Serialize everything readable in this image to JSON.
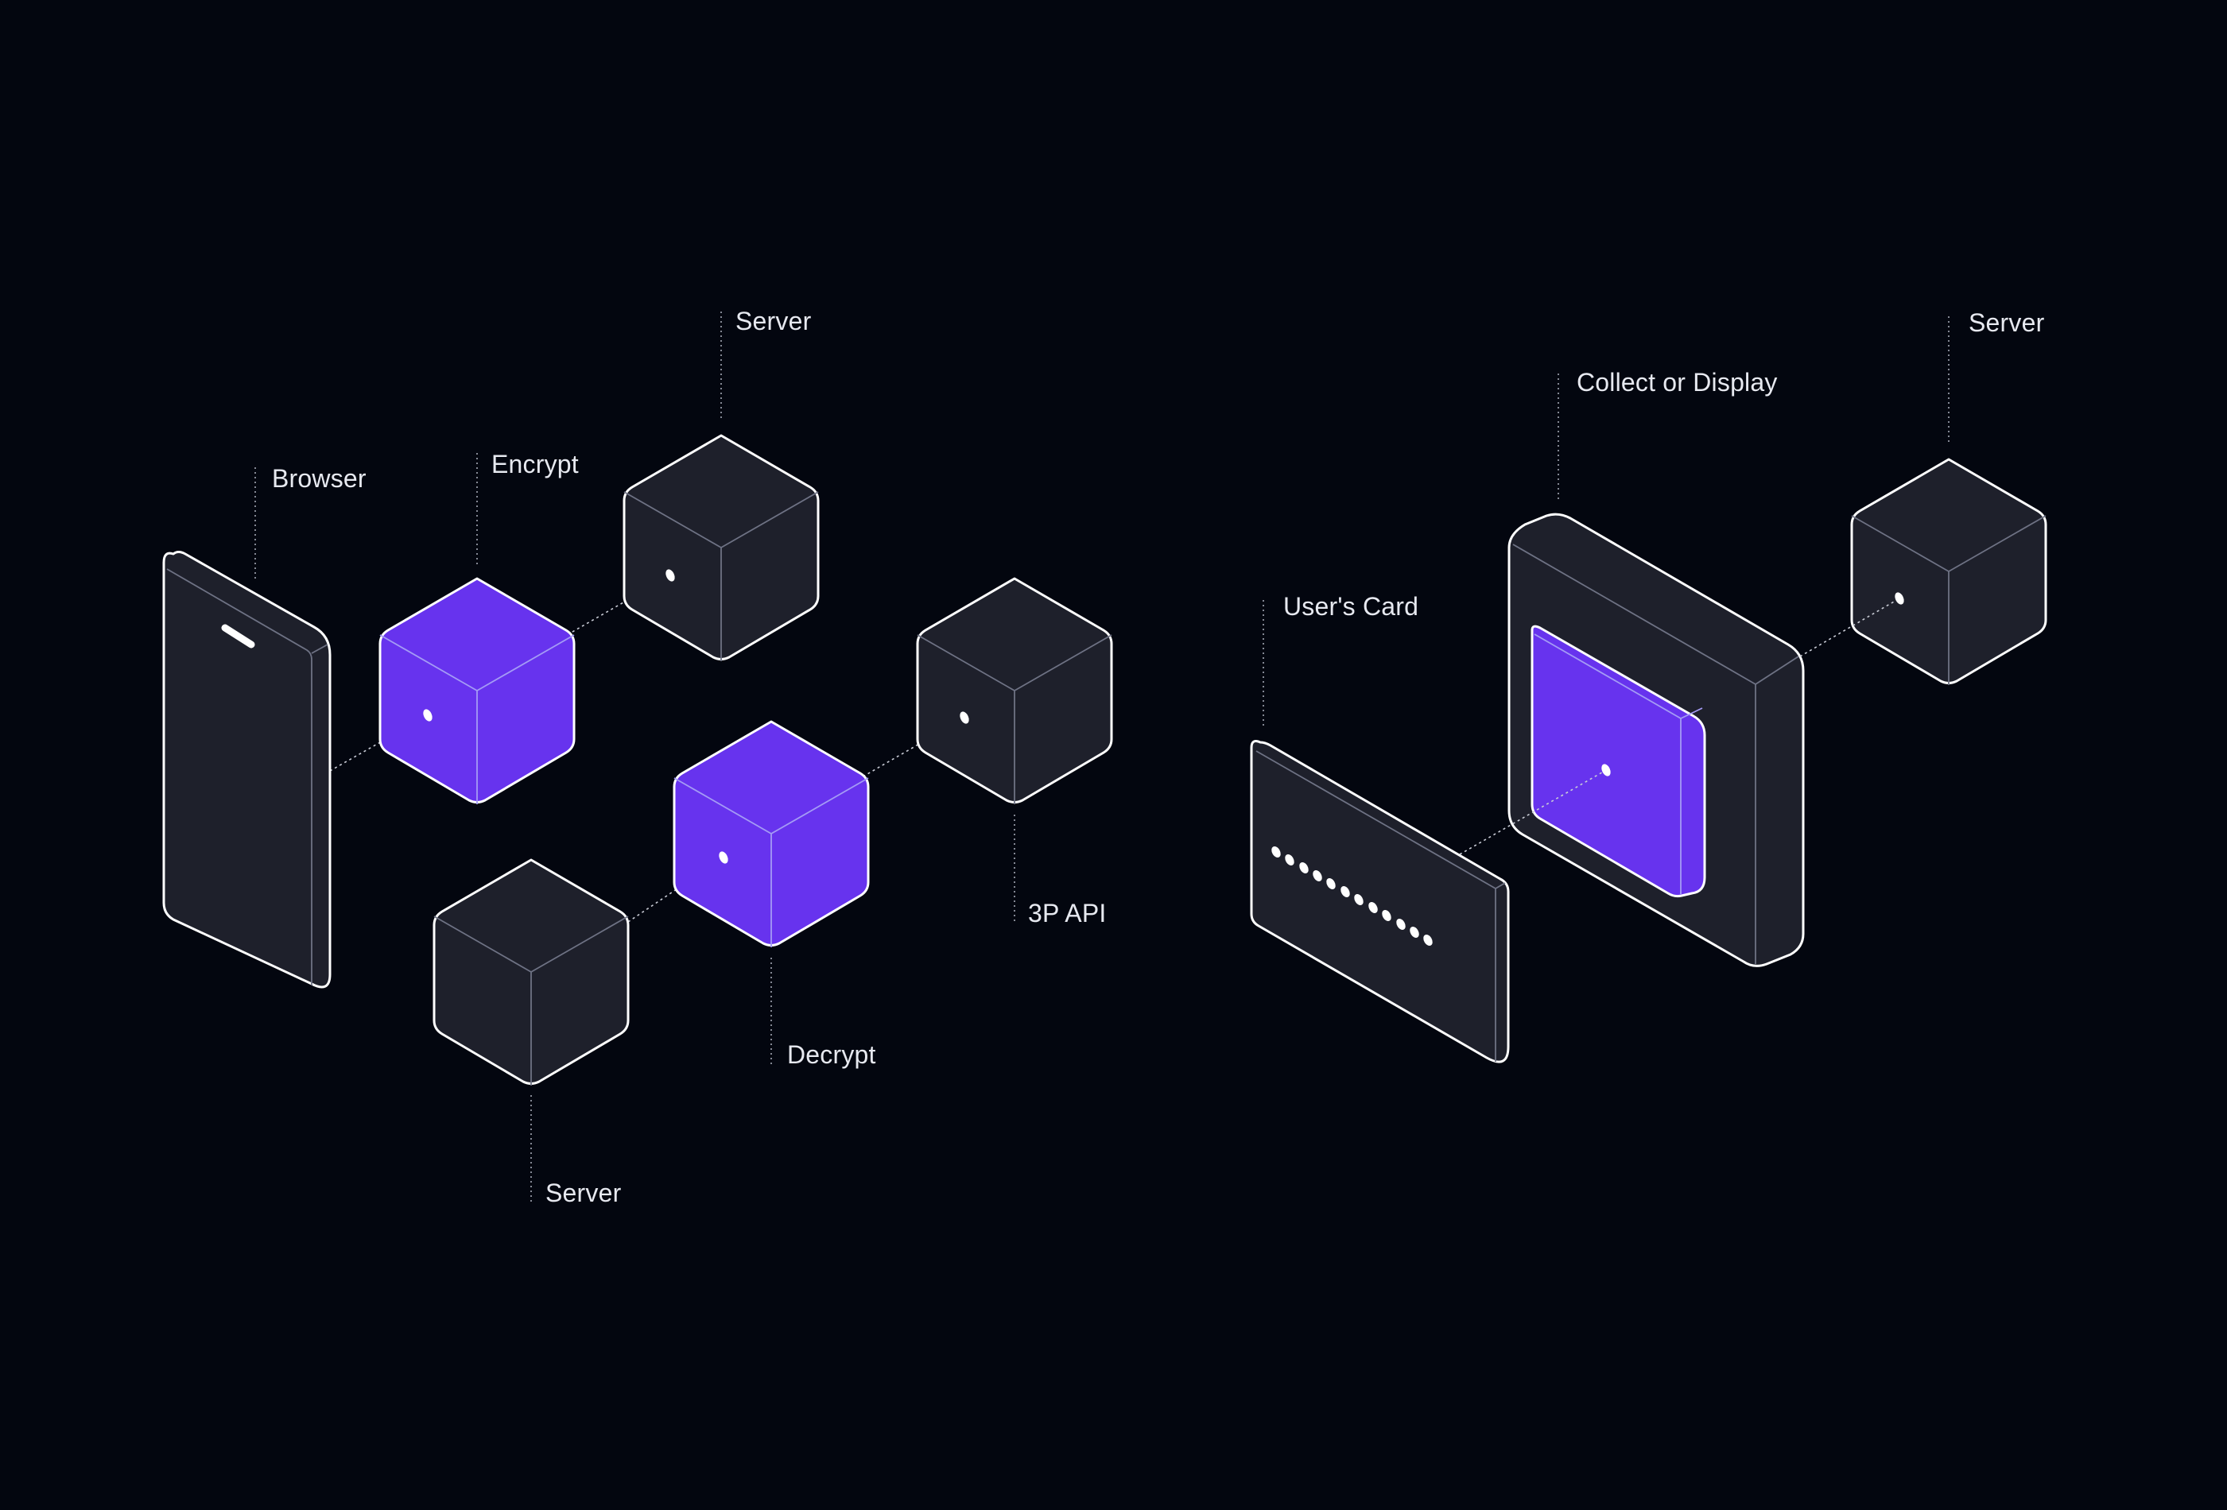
{
  "colors": {
    "background": "#03060f",
    "node_dark": "#1e202b",
    "node_accent": "#6733ee",
    "outline": "#ffffff",
    "label_text": "#e7e9f0"
  },
  "left_flow": {
    "browser": {
      "label": "Browser",
      "icon": "phone-icon"
    },
    "encrypt": {
      "label": "Encrypt",
      "icon": "cube-icon"
    },
    "server_top": {
      "label": "Server",
      "icon": "cube-icon"
    },
    "third_party_api": {
      "label": "3P API",
      "icon": "cube-icon"
    },
    "decrypt": {
      "label": "Decrypt",
      "icon": "cube-icon"
    },
    "server_bottom": {
      "label": "Server",
      "icon": "cube-icon"
    }
  },
  "right_flow": {
    "users_card": {
      "label": "User's Card",
      "icon": "card-icon"
    },
    "collect_display": {
      "label": "Collect or Display",
      "icon": "frame-icon"
    },
    "server": {
      "label": "Server",
      "icon": "cube-icon"
    }
  }
}
